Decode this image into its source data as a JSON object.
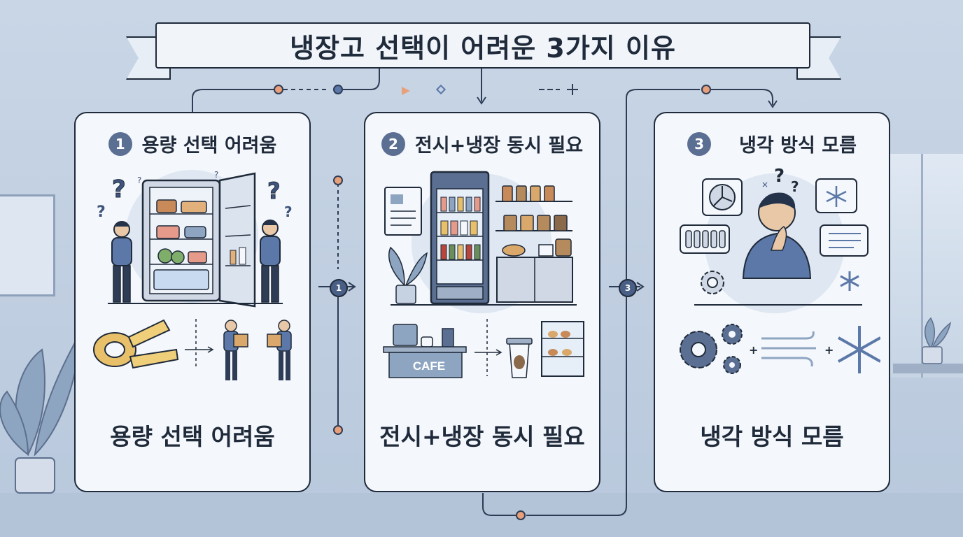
{
  "title": "냉장고 선택이 어려운 3가지 이유",
  "panels": [
    {
      "number": "1",
      "heading": "용량 선택 어려움",
      "caption": "용량 선택 어려움"
    },
    {
      "number": "2",
      "heading": "전시+냉장 동시 필요",
      "caption": "전시+냉장 동시 필요",
      "cafe_sign": "CAFE"
    },
    {
      "number": "3",
      "heading": "냉각 방식 모름",
      "caption": "냉각 방식 모름"
    }
  ],
  "connectors": {
    "step1": "1",
    "step2": "3"
  },
  "colors": {
    "background": "#c9d6e6",
    "panel": "#f4f7fb",
    "accent": "#5b6f93",
    "dot_orange": "#e8a07a",
    "dot_blue": "#5b78a8"
  }
}
